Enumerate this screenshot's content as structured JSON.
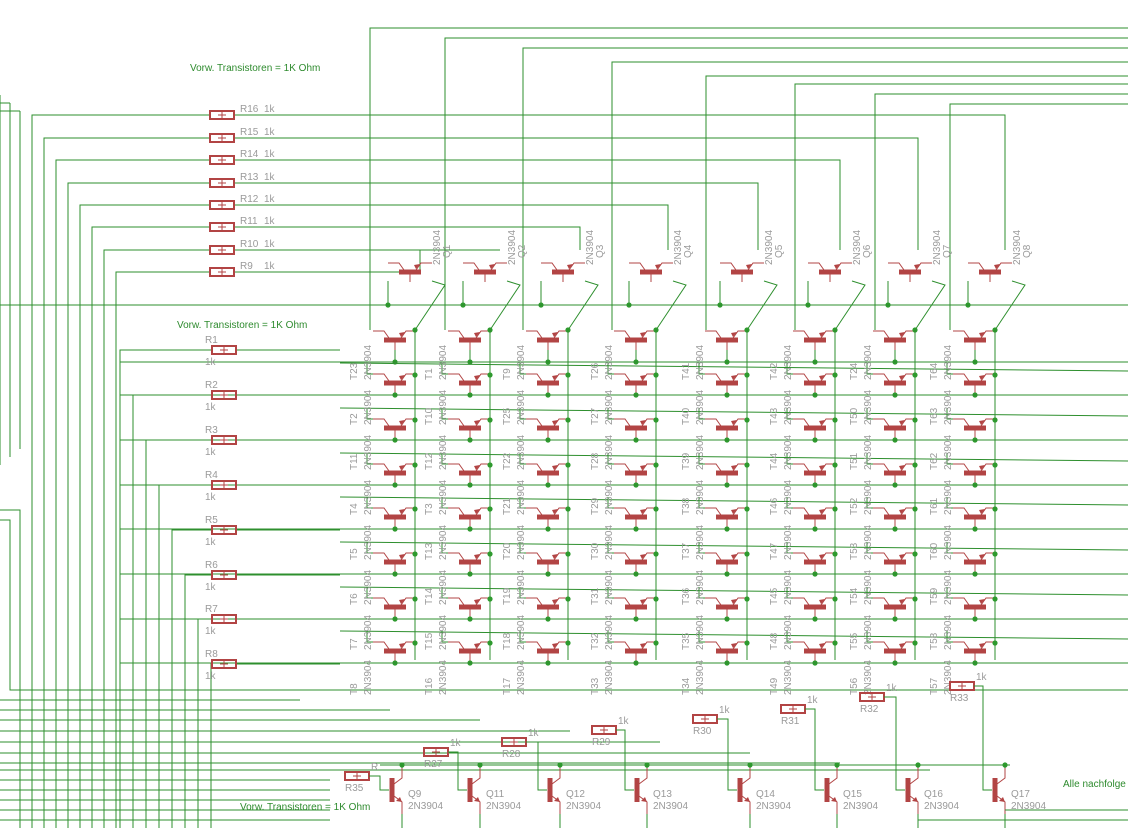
{
  "colors": {
    "wire": "#2e8f2e",
    "part": "#b24444",
    "label": "#9a9a9a",
    "junction": "#2e9a2e"
  },
  "notes": {
    "top": "Vorw. Transistoren = 1K Ohm",
    "middle": "Vorw. Transistoren = 1K Ohm",
    "bottom": "Vorw. Transistoren = 1K Ohm",
    "right": "Alle nachfolge"
  },
  "part_type": "2N3904",
  "top_resistors": [
    {
      "name": "R16",
      "value": "1k"
    },
    {
      "name": "R15",
      "value": "1k"
    },
    {
      "name": "R14",
      "value": "1k"
    },
    {
      "name": "R13",
      "value": "1k"
    },
    {
      "name": "R12",
      "value": "1k"
    },
    {
      "name": "R11",
      "value": "1k"
    },
    {
      "name": "R10",
      "value": "1k"
    },
    {
      "name": "R9",
      "value": "1k"
    }
  ],
  "row_resistors": [
    {
      "name": "R1",
      "value": "1k"
    },
    {
      "name": "R2",
      "value": "1k"
    },
    {
      "name": "R3",
      "value": "1k"
    },
    {
      "name": "R4",
      "value": "1k"
    },
    {
      "name": "R5",
      "value": "1k"
    },
    {
      "name": "R6",
      "value": "1k"
    },
    {
      "name": "R7",
      "value": "1k"
    },
    {
      "name": "R8",
      "value": "1k"
    }
  ],
  "column_drivers": [
    "Q1",
    "Q2",
    "Q3",
    "Q4",
    "Q5",
    "Q6",
    "Q7",
    "Q8"
  ],
  "matrix": [
    [
      "T23",
      "T1",
      "T9",
      "T26",
      "T41",
      "T42",
      "T24",
      "T64"
    ],
    [
      "T2",
      "T10",
      "T25",
      "T27",
      "T40",
      "T43",
      "T50",
      "T63"
    ],
    [
      "T11",
      "T12",
      "T22",
      "T28",
      "T39",
      "T44",
      "T51",
      "T62"
    ],
    [
      "T4",
      "T3",
      "T21",
      "T29",
      "T38",
      "T46",
      "T52",
      "T61"
    ],
    [
      "T5",
      "T13",
      "T20",
      "T30",
      "T37",
      "T47",
      "T53",
      "T60"
    ],
    [
      "T6",
      "T14",
      "T19",
      "T31",
      "T36",
      "T45",
      "T54",
      "T59"
    ],
    [
      "T7",
      "T15",
      "T18",
      "T32",
      "T35",
      "T48",
      "T55",
      "T58"
    ],
    [
      "T8",
      "T16",
      "T17",
      "T33",
      "T34",
      "T49",
      "T56",
      "T57"
    ]
  ],
  "bottom_resistors": [
    {
      "name": "R35",
      "value": "R"
    },
    {
      "name": "R27",
      "value": "1k"
    },
    {
      "name": "R28",
      "value": "1k"
    },
    {
      "name": "R29",
      "value": "1k"
    },
    {
      "name": "R30",
      "value": "1k"
    },
    {
      "name": "R31",
      "value": "1k"
    },
    {
      "name": "R32",
      "value": "1k"
    },
    {
      "name": "R33",
      "value": "1k"
    }
  ],
  "bottom_drivers": [
    "Q9",
    "Q11",
    "Q12",
    "Q13",
    "Q14",
    "Q15",
    "Q16",
    "Q17"
  ]
}
